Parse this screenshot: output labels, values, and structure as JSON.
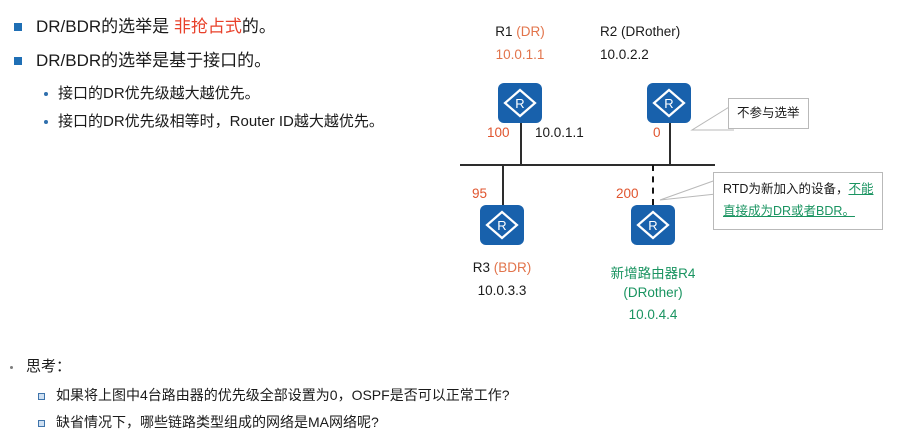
{
  "slide": {
    "bullets": [
      {
        "level": 1,
        "marker": "square-bullet",
        "pre": "DR/BDR的选举是 ",
        "emphasis": "非抢占式",
        "post": "的。"
      },
      {
        "level": 1,
        "marker": "square-bullet",
        "text": "DR/BDR的选举是基于接口的。"
      },
      {
        "level": 2,
        "marker": "dot-bullet",
        "text": "接口的DR优先级越大越优先。"
      },
      {
        "level": 2,
        "marker": "dot-bullet",
        "text": "接口的DR优先级相等时，Router ID越大越优先。"
      }
    ],
    "think": {
      "marker": "dot-bullet",
      "heading": "思考：",
      "items": [
        "如果将上图中4台路由器的优先级全部设置为0，OSPF是否可以正常工作?",
        "缺省情况下，哪些链路类型组成的网络是MA网络呢?"
      ]
    }
  },
  "diagram": {
    "routers": [
      {
        "id": "r1",
        "icon": "router-icon",
        "name": "R1",
        "role": "(DR)",
        "role_color": "#e2744b",
        "router_id": "10.0.1.1",
        "name_color": "#1a1a1a",
        "priority": "100",
        "interface_ip": "10.0.1.1",
        "link_style": "solid"
      },
      {
        "id": "r2",
        "icon": "router-icon",
        "name": "R2 (DRother)",
        "role": "",
        "role_color": "#1a1a1a",
        "router_id": "10.0.2.2",
        "name_color": "#1a1a1a",
        "priority": "0",
        "interface_ip": "",
        "link_style": "solid"
      },
      {
        "id": "r3",
        "icon": "router-icon",
        "name": "R3",
        "role": "(BDR)",
        "role_color": "#e2744b",
        "router_id": "10.0.3.3",
        "name_color": "#1a1a1a",
        "priority": "95",
        "interface_ip": "",
        "link_style": "solid"
      },
      {
        "id": "r4",
        "icon": "router-icon",
        "name": "新增路由器R4",
        "role": "(DRother)",
        "role_color": "#1a9461",
        "router_id": "10.0.4.4",
        "name_color": "#1a9461",
        "priority": "200",
        "interface_ip": "",
        "link_style": "dashed"
      }
    ],
    "router_glyph": "R",
    "callouts": [
      {
        "id": "callout-r2",
        "text": "不参与选举"
      },
      {
        "id": "callout-r4",
        "line1_black": "RTD为新加入的设备，",
        "line1_green": "不能",
        "line2_green": "直接成为DR或者BDR。"
      }
    ],
    "colors": {
      "router_fill": "#1861ac",
      "priority": "#e0552f",
      "dr_role": "#e2744b",
      "new_router": "#1a9461",
      "link": "#2d2d2d",
      "emphasis_red": "#e8402a",
      "bullet_blue": "#1f6fb5"
    }
  }
}
